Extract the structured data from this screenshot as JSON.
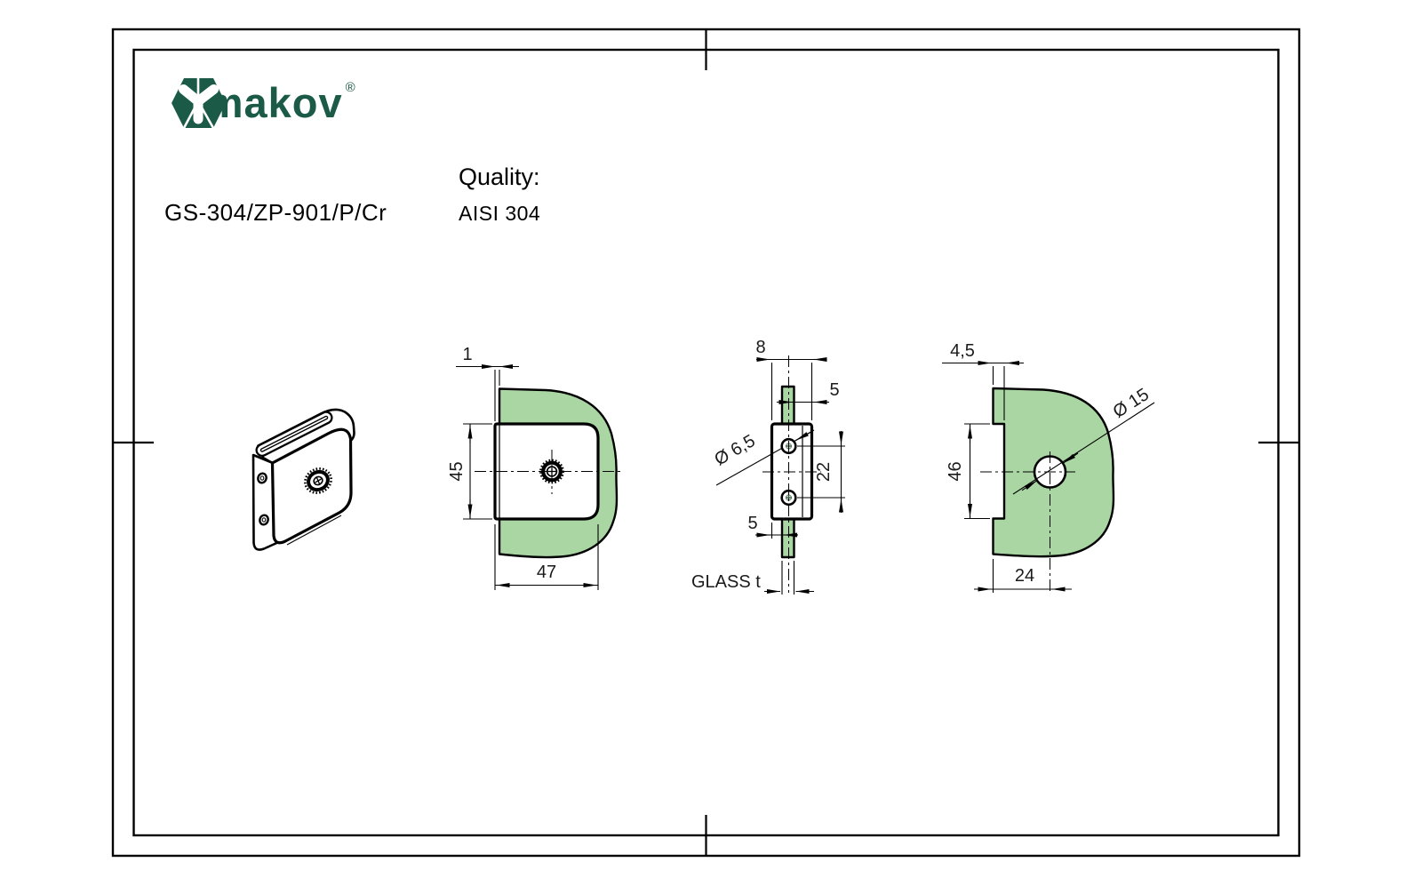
{
  "colors": {
    "brand_green": "#1a5a46",
    "glass_green": "#a9d6a2",
    "line_black": "#000000"
  },
  "header": {
    "brand": "umakov",
    "registered_mark": "®",
    "product_code": "GS-304/ZP-901/P/Cr",
    "quality_label": "Quality:",
    "quality_value": "AISI 304"
  },
  "views": {
    "front": {
      "dim_edge_offset": "1",
      "dim_body_height": "45",
      "dim_body_width": "47"
    },
    "side": {
      "dim_body_thickness": "8",
      "dim_glass_gap_top": "5",
      "dim_hole_pitch": "22",
      "dim_glass_gap_bottom": "5",
      "dim_hole_diameter": "Ø 6,5",
      "glass_thickness_label": "GLASS t"
    },
    "back": {
      "dim_notch_depth": "4,5",
      "dim_notch_height": "46",
      "dim_hole_offset": "24",
      "dim_hole_diameter": "Ø 15"
    }
  }
}
